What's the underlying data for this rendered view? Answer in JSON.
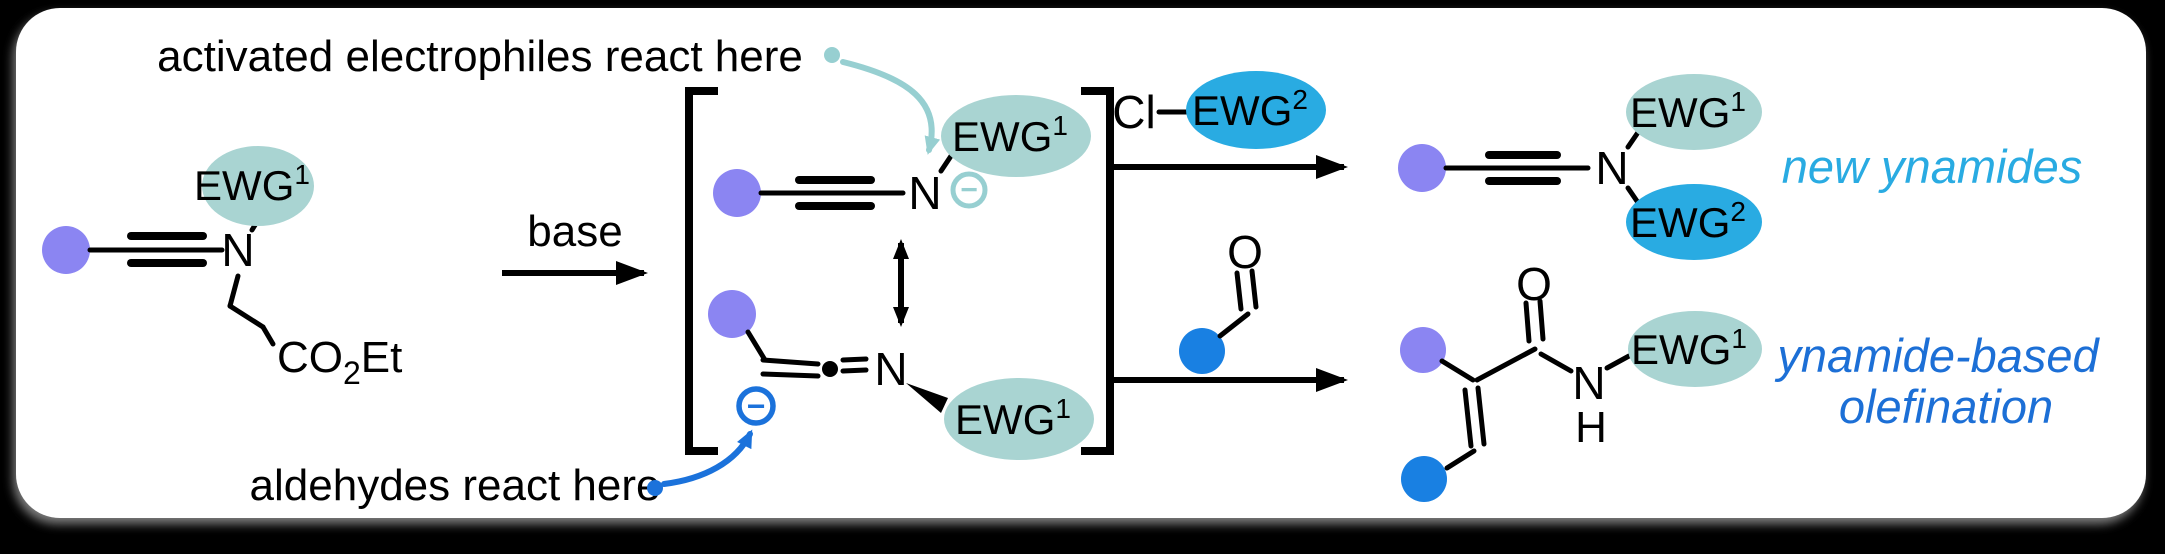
{
  "scheme": {
    "annotations": {
      "electrophiles": "activated electrophiles react here",
      "aldehydes": "aldehydes react here",
      "base": "base"
    },
    "labels": {
      "new_ynamides": "new ynamides",
      "olefination_line1": "ynamide-based",
      "olefination_line2": "olefination"
    },
    "groups": {
      "ewg1": {
        "text": "EWG",
        "sup": "1"
      },
      "ewg2": {
        "text": "EWG",
        "sup": "2"
      },
      "ester": {
        "pre": "CO",
        "sub": "2",
        "post": "Et"
      }
    },
    "atoms": {
      "n": "N",
      "h": "H",
      "o": "O",
      "cl": "Cl",
      "minus": "−"
    },
    "colors": {
      "purple_ball": "#8B85F2",
      "blue_ball": "#1980E2",
      "teal_ellipse": "#A9D4D2",
      "blue_ellipse": "#29ABE2",
      "teal_annotation": "#97CFD1",
      "blue_annotation": "#1B72DB",
      "new_ynamides_text": "#29ABE2",
      "olefination_text": "#1C6FD6",
      "background": "#000000",
      "panel": "#FFFFFF"
    }
  }
}
